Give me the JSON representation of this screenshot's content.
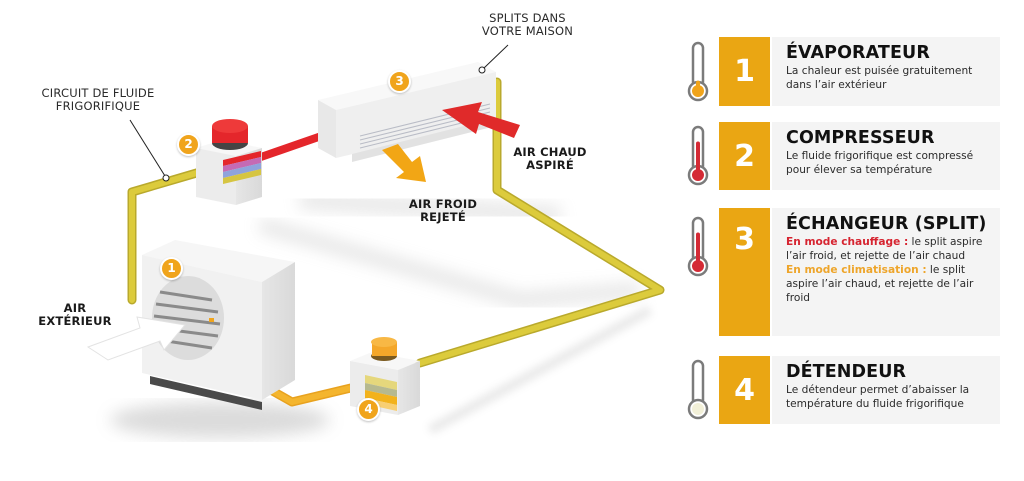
{
  "diagram": {
    "labels": {
      "circuit": [
        "CIRCUIT DE FLUIDE",
        "FRIGORIFIQUE"
      ],
      "splits": [
        "SPLITS DANS",
        "VOTRE MAISON"
      ],
      "air_chaud": [
        "AIR CHAUD",
        "ASPIRÉ"
      ],
      "air_froid": [
        "AIR FROID",
        "REJETÉ"
      ],
      "air_exterieur": [
        "AIR",
        "EXTÉRIEUR"
      ]
    },
    "badges": [
      "1",
      "2",
      "3",
      "4"
    ],
    "colors": {
      "pipe": "#d9c93a",
      "hot_pipe": "#e4262b",
      "badge": "#f0a41c",
      "hot_arrow": "#e02a2a",
      "cold_arrow": "#f2a615"
    }
  },
  "legend": {
    "accent": "#eaa613",
    "items": [
      {
        "number": "1",
        "title": "ÉVAPORATEUR",
        "icon": "thermometer-low-icon",
        "thermo_color": "#f0a41c",
        "thermo_level": 0.2,
        "desc": "La chaleur est puisée gratuitement dans l’air extérieur"
      },
      {
        "number": "2",
        "title": "COMPRESSEUR",
        "icon": "thermometer-high-icon",
        "thermo_color": "#d42a35",
        "thermo_level": 0.75,
        "desc": "Le fluide frigorifique est compressé pour élever sa température"
      },
      {
        "number": "3",
        "title": "ÉCHANGEUR (SPLIT)",
        "icon": "thermometer-high-icon",
        "thermo_color": "#d42a35",
        "thermo_level": 0.75,
        "mode_heat_label": "En mode chauffage :",
        "mode_heat_text": " le split aspire l’air froid, et rejette de l’air chaud",
        "mode_cool_label": "En mode climatisation :",
        "mode_cool_text": " le split aspire l’air chaud, et rejette de l’air froid"
      },
      {
        "number": "4",
        "title": "DÉTENDEUR",
        "icon": "thermometer-empty-icon",
        "thermo_color": "#f2f0d8",
        "thermo_level": 0.05,
        "desc": "Le détendeur permet d’abaisser la température du fluide frigorifique"
      }
    ]
  }
}
